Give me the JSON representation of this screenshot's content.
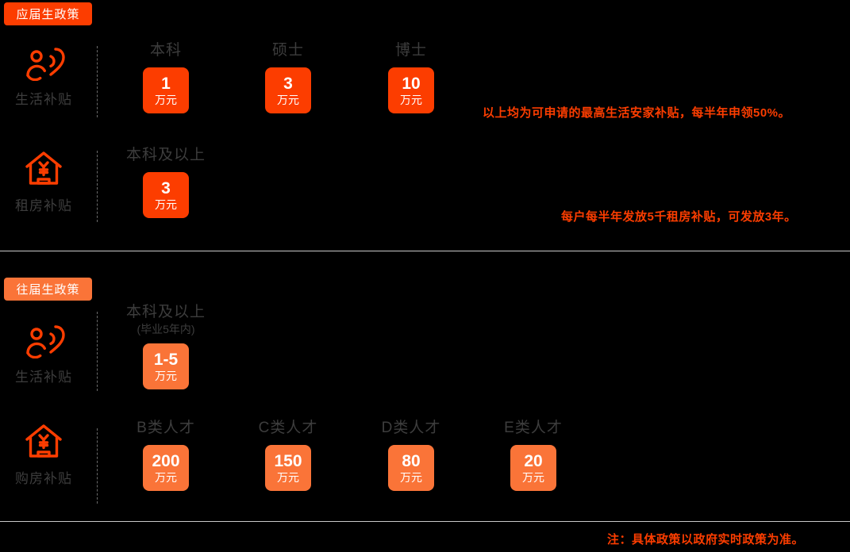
{
  "sections": [
    {
      "badge": "应届生政策",
      "badge_color": "#fc3d00",
      "rows": [
        {
          "icon": "person-heart-icon",
          "label": "生活补贴",
          "cells": [
            {
              "caption": "本科",
              "subcaption": "",
              "amount": "1",
              "unit": "万元",
              "color": "#fc3d00"
            },
            {
              "caption": "硕士",
              "subcaption": "",
              "amount": "3",
              "unit": "万元",
              "color": "#fc3d00"
            },
            {
              "caption": "博士",
              "subcaption": "",
              "amount": "10",
              "unit": "万元",
              "color": "#fc3d00"
            }
          ],
          "note": "以上均为可申请的最高生活安家补贴，每半年申领50%。"
        },
        {
          "icon": "house-yuan-icon",
          "label": "租房补贴",
          "cells": [
            {
              "caption": "本科及以上",
              "subcaption": "",
              "amount": "3",
              "unit": "万元",
              "color": "#fc3d00"
            }
          ],
          "note": "每户每半年发放5千租房补贴，可发放3年。"
        }
      ]
    },
    {
      "badge": "往届生政策",
      "badge_color": "#fa7438",
      "rows": [
        {
          "icon": "person-heart-icon",
          "label": "生活补贴",
          "cells": [
            {
              "caption": "本科及以上",
              "subcaption": "(毕业5年内)",
              "amount": "1-5",
              "unit": "万元",
              "color": "#fa7438"
            }
          ],
          "note": ""
        },
        {
          "icon": "house-yuan-icon",
          "label": "购房补贴",
          "cells": [
            {
              "caption": "B类人才",
              "subcaption": "",
              "amount": "200",
              "unit": "万元",
              "color": "#fa7438"
            },
            {
              "caption": "C类人才",
              "subcaption": "",
              "amount": "150",
              "unit": "万元",
              "color": "#fa7438"
            },
            {
              "caption": "D类人才",
              "subcaption": "",
              "amount": "80",
              "unit": "万元",
              "color": "#fa7438"
            },
            {
              "caption": "E类人才",
              "subcaption": "",
              "amount": "20",
              "unit": "万元",
              "color": "#fa7438"
            }
          ],
          "note": ""
        }
      ]
    }
  ],
  "footer_note": "注：具体政策以政府实时政策为准。",
  "colors": {
    "background": "#000000",
    "accent_bright": "#fc3d00",
    "accent_soft": "#fa7438",
    "label_text": "#3d3d3d",
    "rule": "#c9c9c9"
  }
}
